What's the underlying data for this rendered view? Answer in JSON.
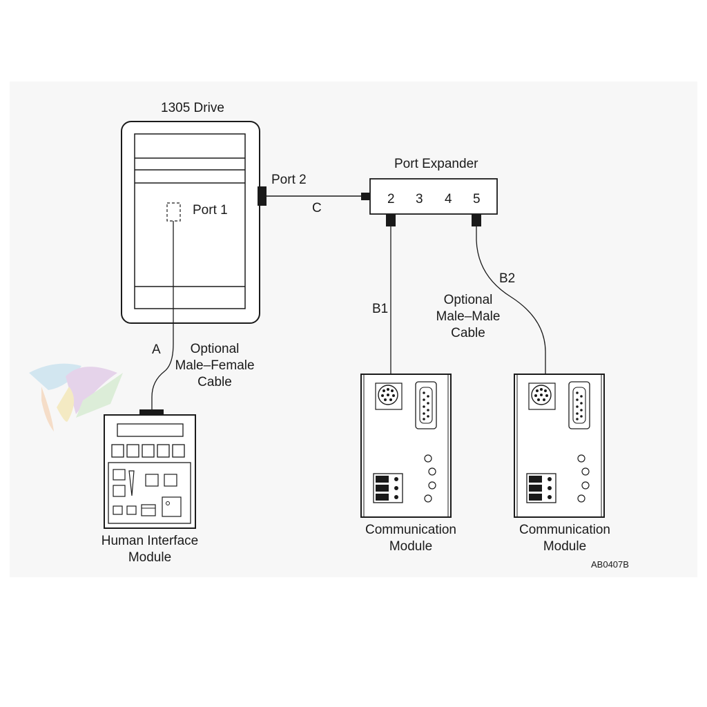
{
  "drive": {
    "title": "1305 Drive",
    "port1": "Port 1",
    "port2": "Port 2"
  },
  "expander": {
    "title": "Port Expander",
    "ports": [
      "2",
      "3",
      "4",
      "5"
    ]
  },
  "cables": {
    "a": "A",
    "b1": "B1",
    "b2": "B2",
    "c": "C",
    "male_female": [
      "Optional",
      "Male–Female",
      "Cable"
    ],
    "male_male": [
      "Optional",
      "Male–Male",
      "Cable"
    ]
  },
  "him": {
    "label": [
      "Human Interface",
      "Module"
    ]
  },
  "comm1": {
    "label": [
      "Communication",
      "Module"
    ]
  },
  "comm2": {
    "label": [
      "Communication",
      "Module"
    ]
  },
  "figure_id": "AB0407B",
  "colors": {
    "line": "#1a1a1a",
    "background": "#ffffff",
    "panel": "#f7f7f7"
  }
}
